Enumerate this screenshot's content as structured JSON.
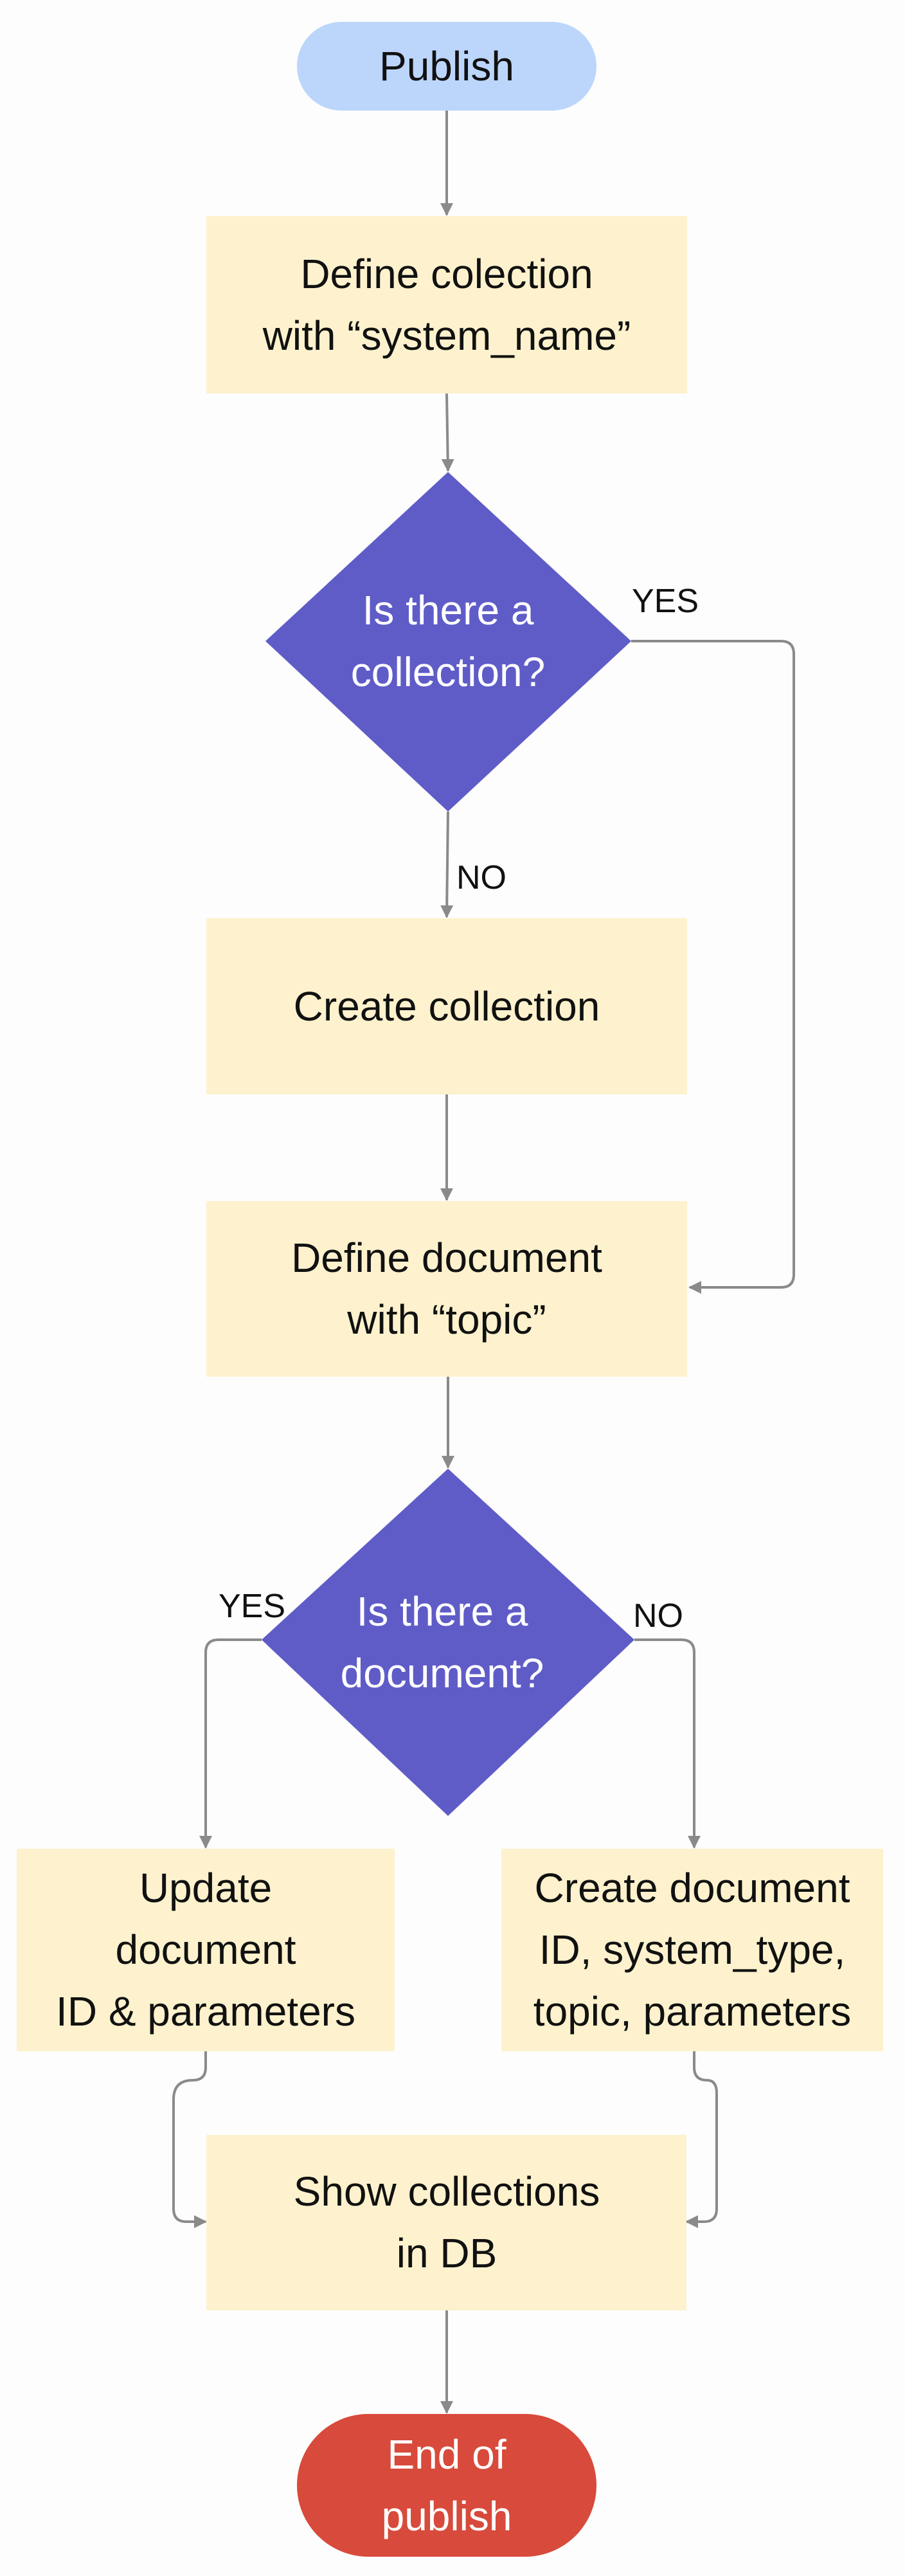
{
  "nodes": {
    "start": {
      "lines": [
        "Publish"
      ],
      "color": "#bcd6fb"
    },
    "define_collection": {
      "lines": [
        "Define colection",
        "with “system_name”"
      ],
      "color": "#fdf2cd"
    },
    "collection_check": {
      "lines": [
        "Is there a",
        "collection?"
      ],
      "color": "#5f5cc8"
    },
    "create_collection": {
      "lines": [
        "Create collection"
      ],
      "color": "#fdf2cd"
    },
    "define_document": {
      "lines": [
        "Define document",
        "with “topic”"
      ],
      "color": "#fdf2cd"
    },
    "document_check": {
      "lines": [
        "Is there a",
        "document?"
      ],
      "color": "#5f5cc8"
    },
    "update_document": {
      "lines": [
        "Update",
        "document",
        "ID & parameters"
      ],
      "color": "#fdf2cd"
    },
    "create_document": {
      "lines": [
        "Create document",
        "ID, system_type,",
        "topic, parameters"
      ],
      "color": "#fdf2cd"
    },
    "show_collections": {
      "lines": [
        "Show collections",
        "in DB"
      ],
      "color": "#fdf2cd"
    },
    "end": {
      "lines": [
        "End of",
        "publish"
      ],
      "color": "#d84a3b"
    }
  },
  "edge_labels": {
    "collection_yes": "YES",
    "collection_no": "NO",
    "document_yes": "YES",
    "document_no": "NO"
  },
  "colors": {
    "connector": "#8a8a8a",
    "dark_text": "#111111",
    "light_text": "#ffffff"
  }
}
